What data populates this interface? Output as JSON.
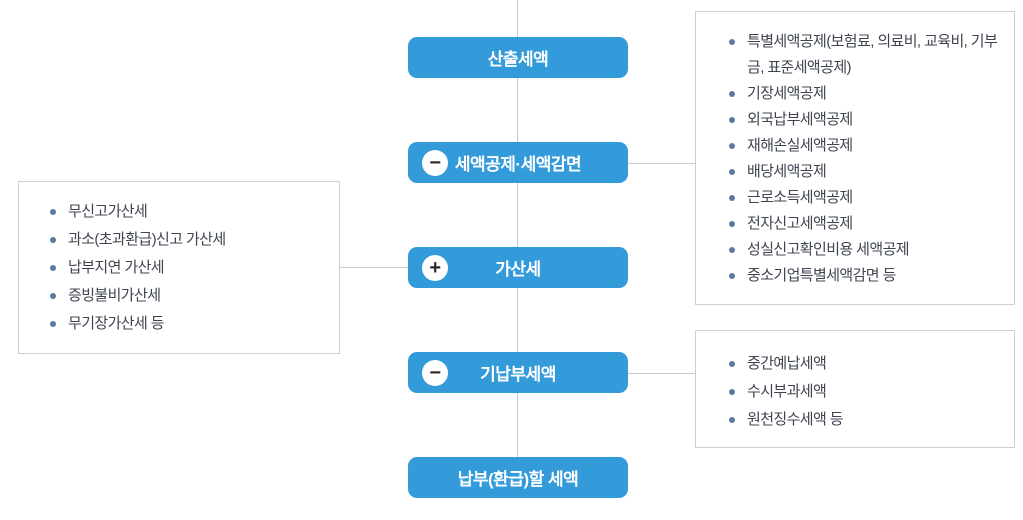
{
  "flow": {
    "icons": {
      "minus": "−",
      "plus": "+"
    },
    "nodes": [
      {
        "label": "산출세액",
        "icon": "none"
      },
      {
        "label": "세액공제·세액감면",
        "icon": "minus"
      },
      {
        "label": "가산세",
        "icon": "plus"
      },
      {
        "label": "기납부세액",
        "icon": "minus"
      },
      {
        "label": "납부(환급)할 세액",
        "icon": "none"
      }
    ]
  },
  "boxes": {
    "penalty_details": {
      "items": [
        "무신고가산세",
        "과소(초과환급)신고 가산세",
        "납부지연 가산세",
        "증빙불비가산세",
        "무기장가산세 등"
      ]
    },
    "credit_details": {
      "items": [
        "특별세액공제(보험료, 의료비, 교육비, 기부금, 표준세액공제)",
        "기장세액공제",
        "외국납부세액공제",
        "재해손실세액공제",
        "배당세액공제",
        "근로소득세액공제",
        "전자신고세액공제",
        "성실신고확인비용 세액공제",
        "중소기업특별세액감면 등"
      ]
    },
    "prepaid_details": {
      "items": [
        "중간예납세액",
        "수시부과세액",
        "원천징수세액 등"
      ]
    }
  },
  "colors": {
    "node_blue": "#349bdb",
    "node_text": "#ffffff",
    "connector_gray": "#c9c9c9",
    "box_border_gray": "#cfcfcf",
    "bullet_blue_gray": "#5d79a3",
    "list_text": "#3f4550",
    "icon_symbol": "#2b2b2b"
  }
}
